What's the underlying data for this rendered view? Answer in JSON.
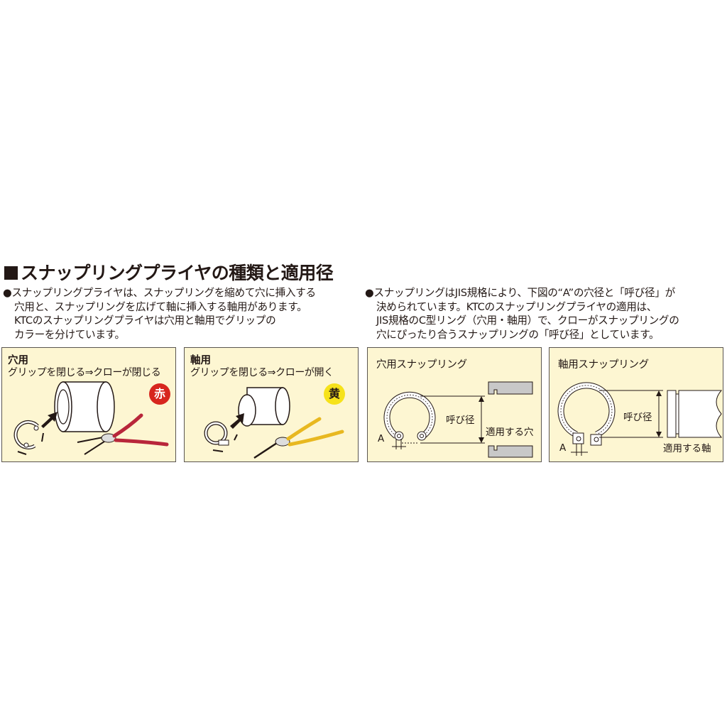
{
  "title": "スナップリングプライヤの種類と適用径",
  "intro_left": {
    "bullet": "●",
    "lines": [
      "スナップリングプライヤは、スナップリングを縮めて穴に挿入する",
      "穴用と、スナップリングを広げて軸に挿入する軸用があります。",
      "KTCのスナップリングプライヤは穴用と軸用でグリップの",
      "カラーを分けています。"
    ]
  },
  "intro_right": {
    "bullet": "●",
    "lines": [
      "スナップリングはJIS規格により、下図の“A”の穴径と「呼び径」が",
      "決められています。KTCのスナップリングプライヤの適用は、",
      "JIS規格のC型リング（穴用・軸用）で、クローがスナップリングの",
      "穴にぴったり合うスナップリングの「呼び径」としています。"
    ]
  },
  "panels": [
    {
      "title": "穴用",
      "subtitle": "グリップを閉じる⇒クローが閉じる",
      "badge": "赤",
      "grip_color": "#b8263a"
    },
    {
      "title": "軸用",
      "subtitle": "グリップを閉じる⇒クローが開く",
      "badge": "黄",
      "grip_color": "#e8b820"
    },
    {
      "title": "穴用スナップリング",
      "label_diameter": "呼び径",
      "label_target": "適用する穴",
      "label_a": "A"
    },
    {
      "title": "軸用スナップリング",
      "label_diameter": "呼び径",
      "label_target": "適用する軸",
      "label_a": "A"
    }
  ],
  "colors": {
    "panel_bg": "#fdf6d2",
    "red_badge": "#d7261e",
    "yellow_badge": "#f6e21a",
    "text": "#231815"
  }
}
